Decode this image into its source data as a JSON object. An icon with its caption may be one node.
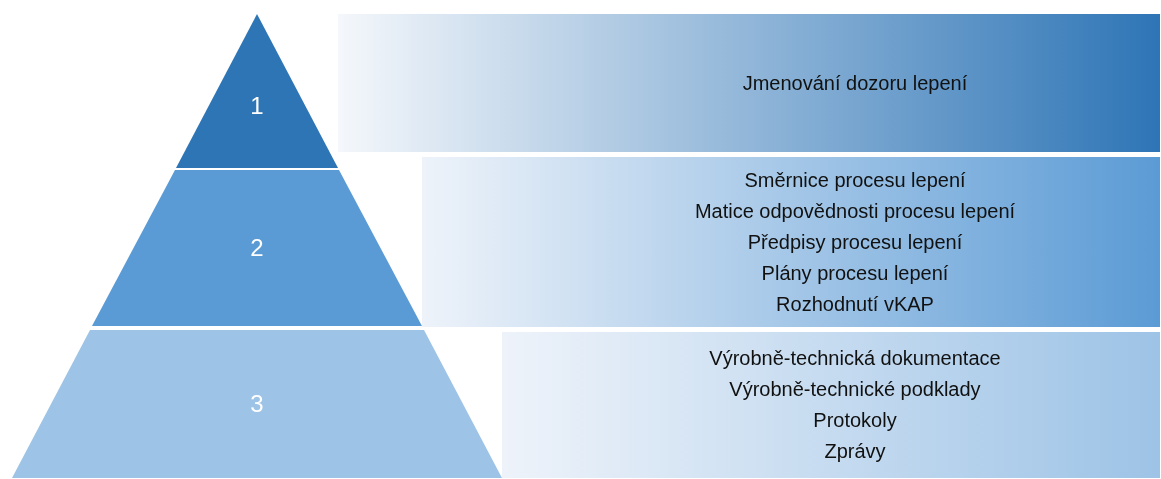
{
  "diagram": {
    "nodes": [
      {
        "text": [
          "1"
        ]
      },
      {
        "text": [
          "Jmenování dozoru lepení"
        ]
      },
      {
        "text": [
          "2"
        ]
      },
      {
        "text": [
          "Směrnice procesu lepení",
          "Matice odpovědnosti procesu lepení",
          "Předpisy procesu lepení",
          "Plány procesu lepení",
          "Rozhodnutí vKAP"
        ]
      },
      {
        "text": [
          "3"
        ]
      },
      {
        "text": [
          "Výrobně-technická dokumentace",
          "Výrobně-technické podklady",
          "Protokoly",
          "Zprávy"
        ]
      }
    ]
  }
}
